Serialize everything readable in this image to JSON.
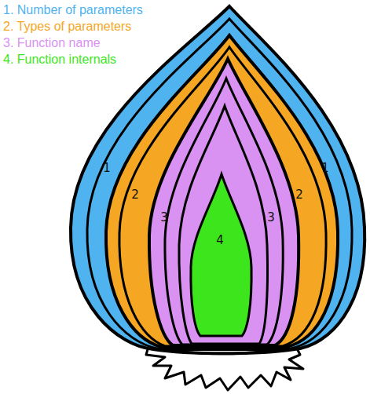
{
  "diagram": {
    "labels": [
      "1",
      "2",
      "3",
      "4",
      "3",
      "2",
      "1"
    ],
    "legend": [
      {
        "text": "1. Number of parameters",
        "color": "#4fb3f0"
      },
      {
        "text": "2. Types of parameters",
        "color": "#f5a623"
      },
      {
        "text": "3. Function name",
        "color": "#da92f2"
      },
      {
        "text": "4. Function internals",
        "color": "#3de61c"
      }
    ]
  }
}
